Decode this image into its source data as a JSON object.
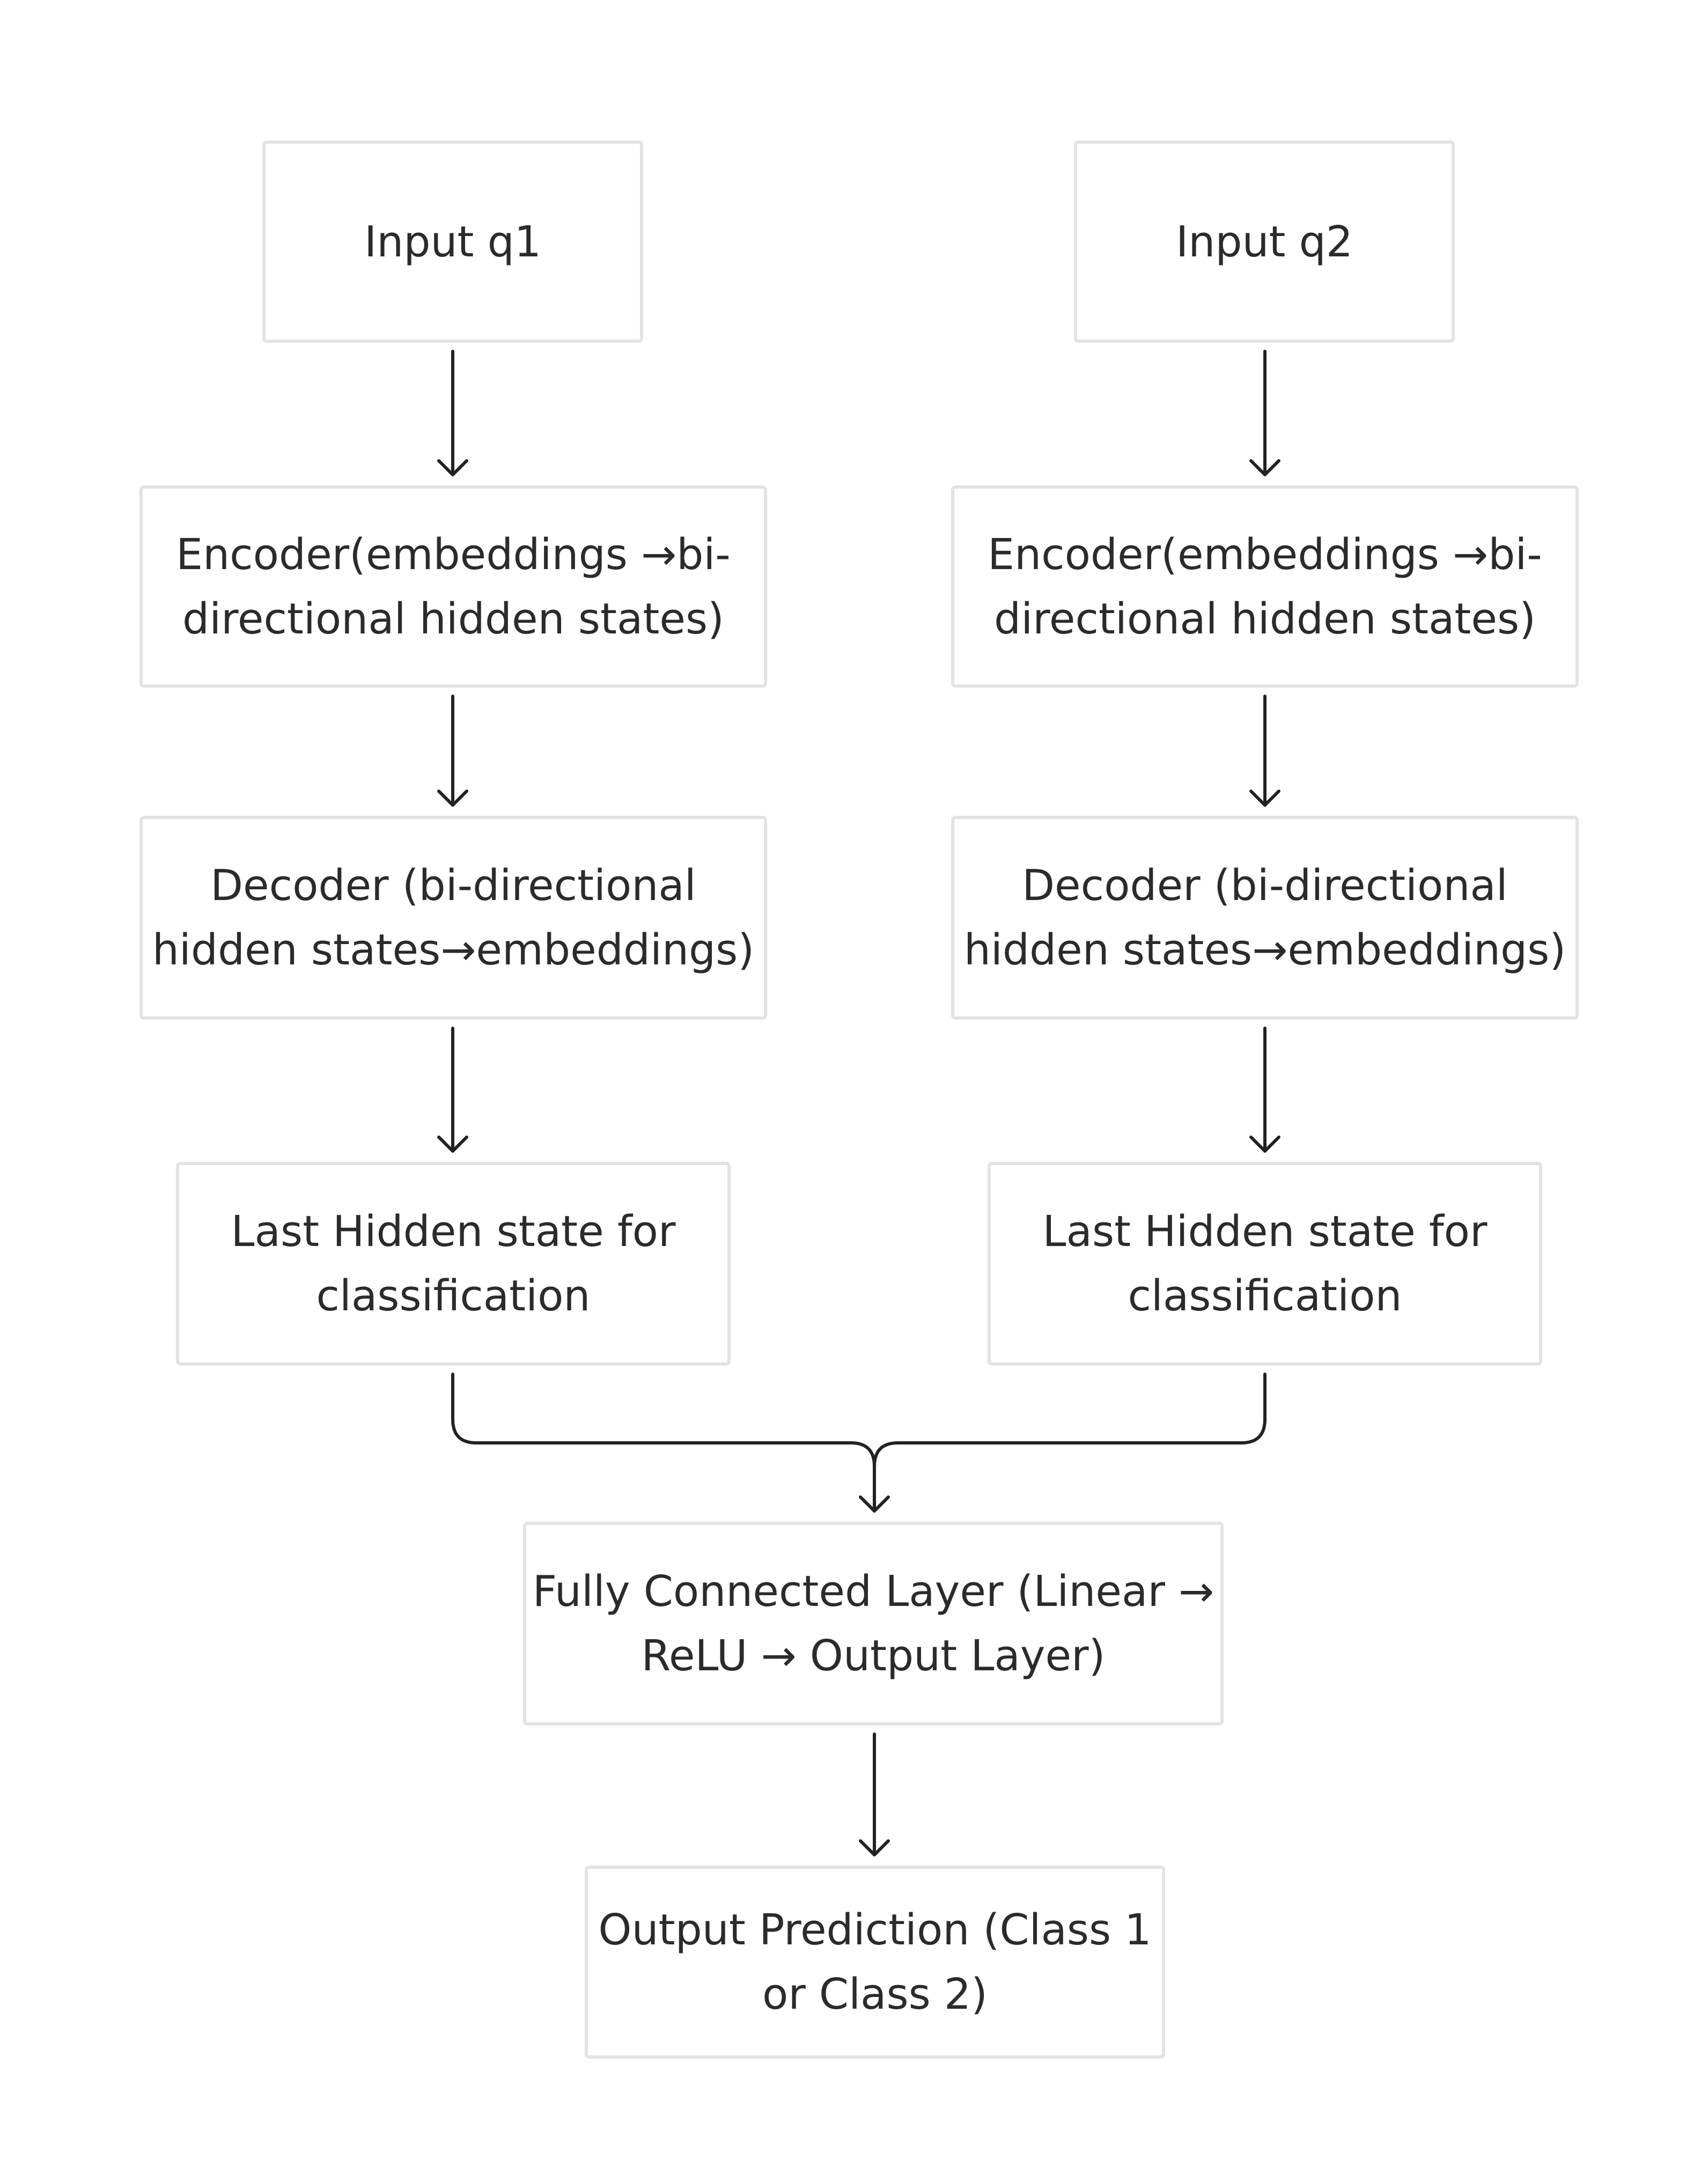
{
  "diagram": {
    "nodes": {
      "input_q1": "Input q1",
      "input_q2": "Input q2",
      "encoder_q1": "Encoder(embeddings →bi-\ndirectional hidden states)",
      "encoder_q2": "Encoder(embeddings →bi-\ndirectional hidden states)",
      "decoder_q1": "Decoder (bi-directional\nhidden states→embeddings)",
      "decoder_q2": "Decoder (bi-directional\nhidden states→embeddings)",
      "hidden_q1": "Last Hidden state for\nclassification",
      "hidden_q2": "Last Hidden state for\nclassification",
      "fully_connected": "Fully Connected Layer (Linear →\nReLU → Output Layer)",
      "output": "Output Prediction (Class 1\nor Class 2)"
    },
    "edges": [
      {
        "from": "input_q1",
        "to": "encoder_q1"
      },
      {
        "from": "encoder_q1",
        "to": "decoder_q1"
      },
      {
        "from": "decoder_q1",
        "to": "hidden_q1"
      },
      {
        "from": "input_q2",
        "to": "encoder_q2"
      },
      {
        "from": "encoder_q2",
        "to": "decoder_q2"
      },
      {
        "from": "decoder_q2",
        "to": "hidden_q2"
      },
      {
        "from": "hidden_q1",
        "to": "fully_connected"
      },
      {
        "from": "hidden_q2",
        "to": "fully_connected"
      },
      {
        "from": "fully_connected",
        "to": "output"
      }
    ],
    "colors": {
      "box_border": "#e3e3e3",
      "text": "#2b2b2b",
      "arrow": "#222222",
      "background": "#ffffff"
    }
  }
}
